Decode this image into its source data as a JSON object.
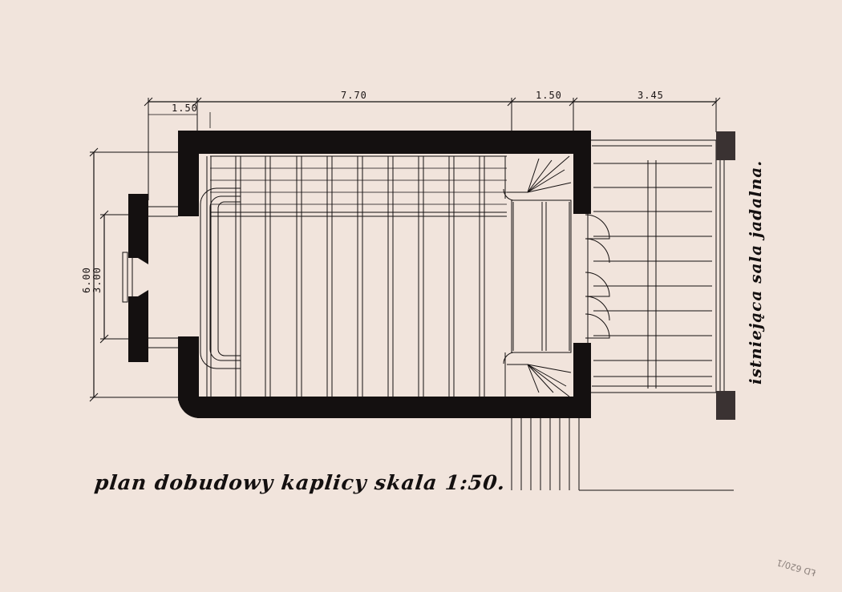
{
  "drawing": {
    "caption": "plan dobudowy kaplicy skala 1:50.",
    "side_note": "istniejąca sala jadalna.",
    "archive_mark": "ŁD 620/1"
  },
  "dimensions": {
    "top": [
      "1.50",
      "7.70",
      "1.50",
      "3.45"
    ],
    "left_outer": "6.00",
    "left_inner": "3.00"
  },
  "colors": {
    "paper": "#f1e4dc",
    "ink": "#141010"
  }
}
